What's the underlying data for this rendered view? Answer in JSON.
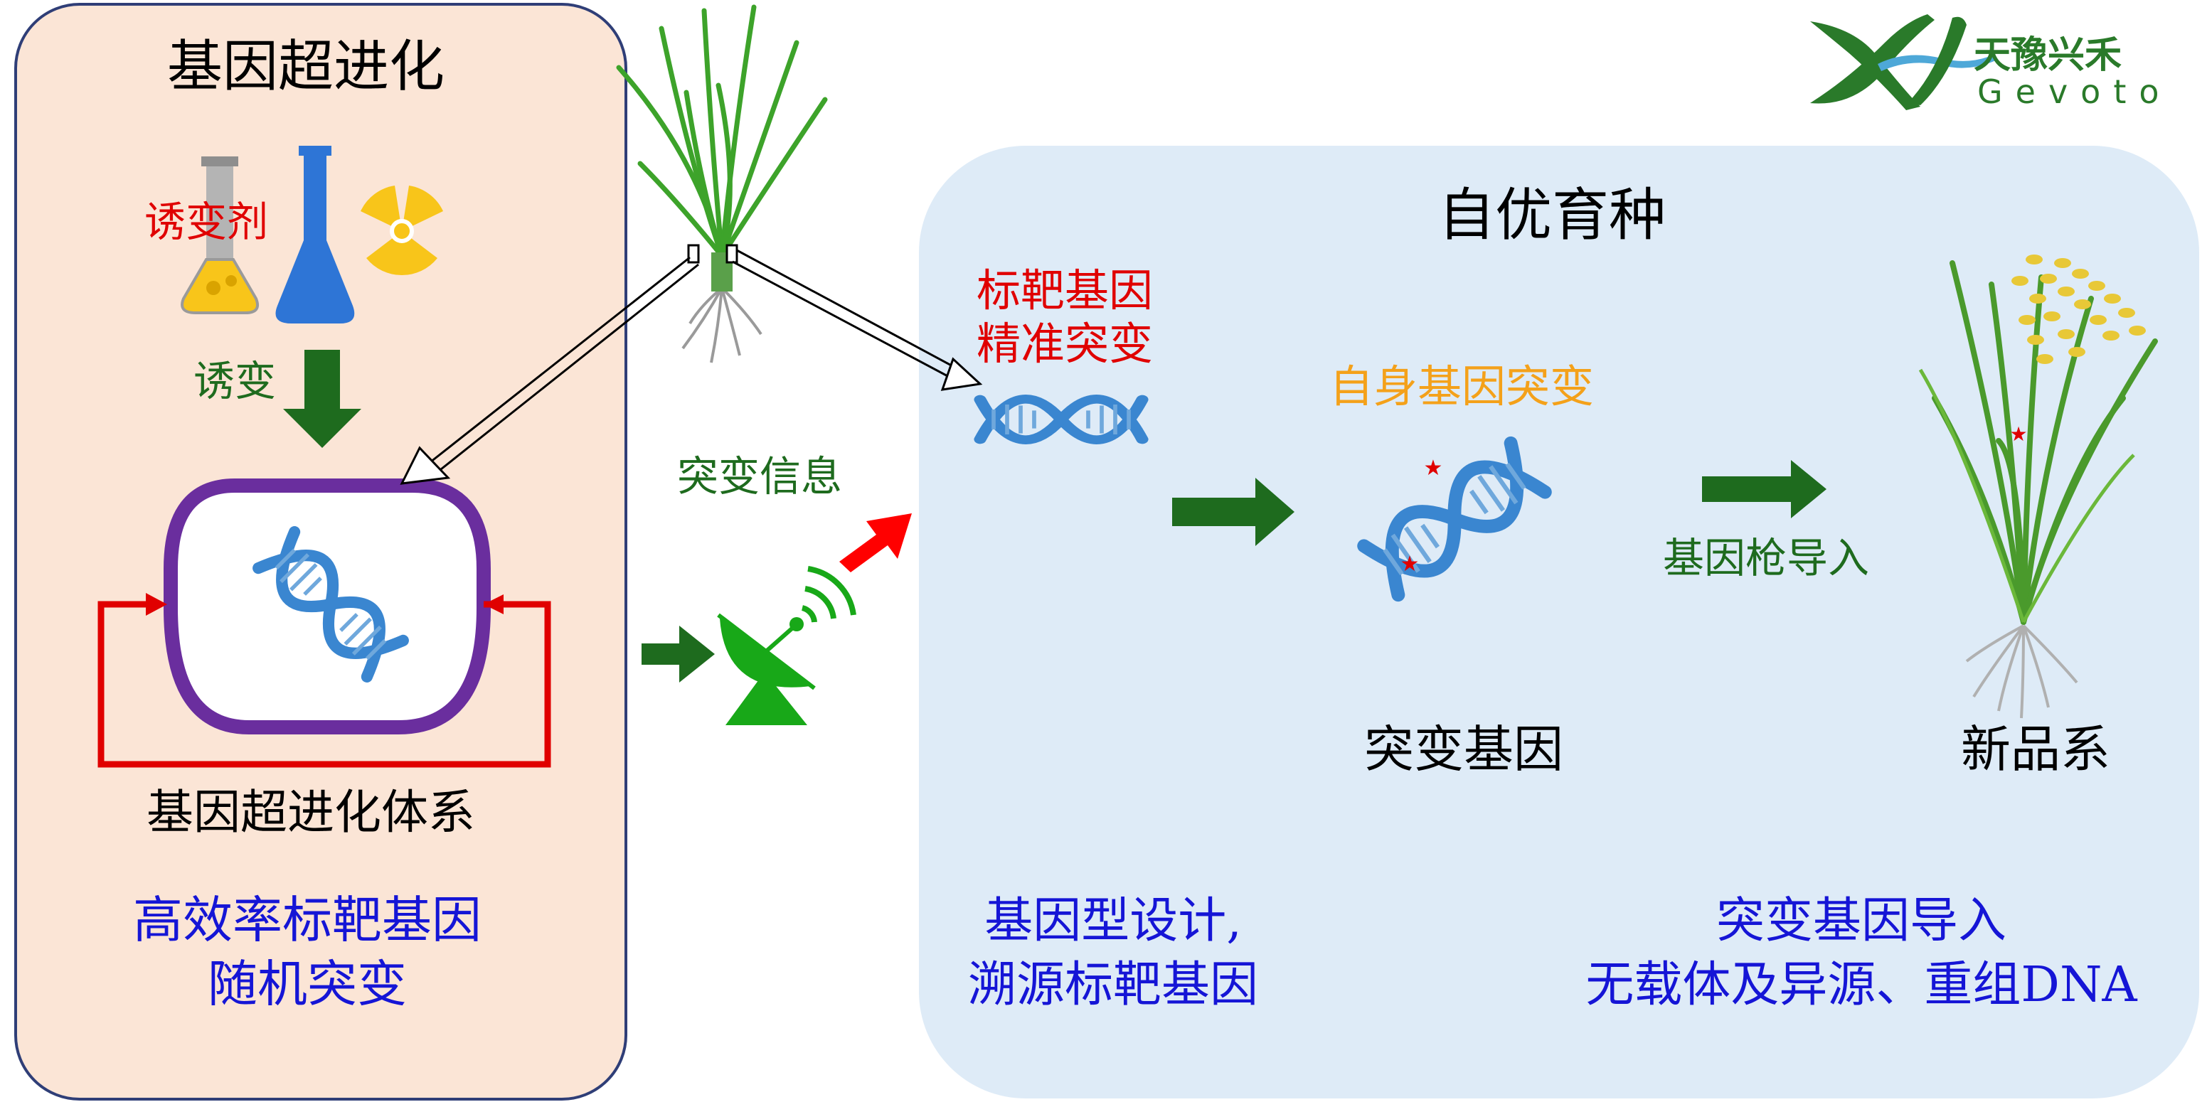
{
  "left_panel": {
    "title": "基因超进化",
    "mutagen_label": "诱变剂",
    "mutagenesis_label": "诱变",
    "system_label": "基因超进化体系",
    "summary_line1": "高效率标靶基因",
    "summary_line2": "随机突变"
  },
  "middle": {
    "mutation_info_label": "突变信息"
  },
  "right_panel": {
    "title": "自优育种",
    "target_line1": "标靶基因",
    "target_line2": "精准突变",
    "self_mutation_label": "自身基因突变",
    "mutant_gene_label": "突变基因",
    "gene_gun_label": "基因枪导入",
    "new_line_label": "新品系",
    "summary_left_line1": "基因型设计,",
    "summary_left_line2": "溯源标靶基因",
    "summary_right_line1": "突变基因导入",
    "summary_right_line2": "无载体及异源、重组DNA"
  },
  "logo": {
    "brand_cn": "天豫兴禾",
    "brand_en": "Gevoto"
  },
  "colors": {
    "left_panel_fill": "#FBE5D6",
    "right_panel_fill": "#DEEBF7",
    "panel_border": "#2F3E77",
    "dark_green": "#1E6B1E",
    "bright_green": "#18A818",
    "red": "#E00000",
    "orange": "#F4A11A",
    "blue_text": "#1515D6",
    "dna_blue": "#3A86D0",
    "purple": "#6A2E9E",
    "flask_blue": "#2E75D6",
    "yellow": "#F8C51A"
  }
}
